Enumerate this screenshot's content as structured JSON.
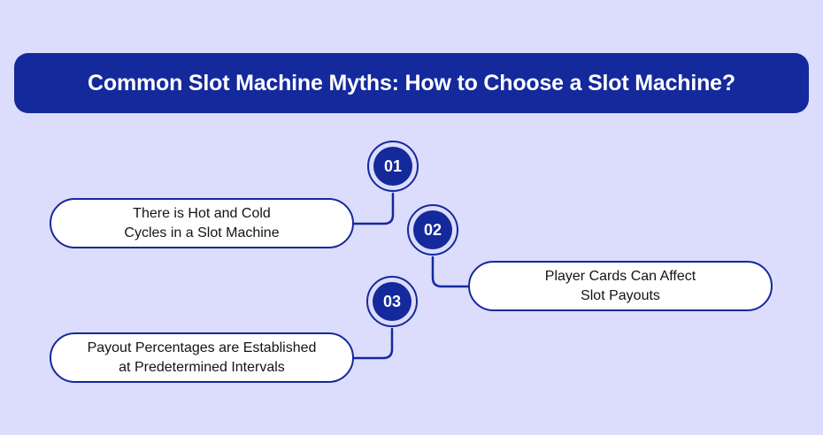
{
  "page": {
    "background_color": "#dcdcfd",
    "accent_color": "#14299b",
    "text_color": "#141414"
  },
  "header": {
    "title": "Common Slot Machine Myths: How to Choose a Slot Machine?",
    "background_color": "#14299b",
    "text_color": "#ffffff"
  },
  "items": [
    {
      "number": "01",
      "line1": "There is Hot and Cold",
      "line2": "Cycles in a Slot Machine",
      "side": "left"
    },
    {
      "number": "02",
      "line1": "Player Cards Can Affect",
      "line2": "Slot Payouts",
      "side": "right"
    },
    {
      "number": "03",
      "line1": "Payout Percentages are Established",
      "line2": "at Predetermined Intervals",
      "side": "left"
    }
  ]
}
